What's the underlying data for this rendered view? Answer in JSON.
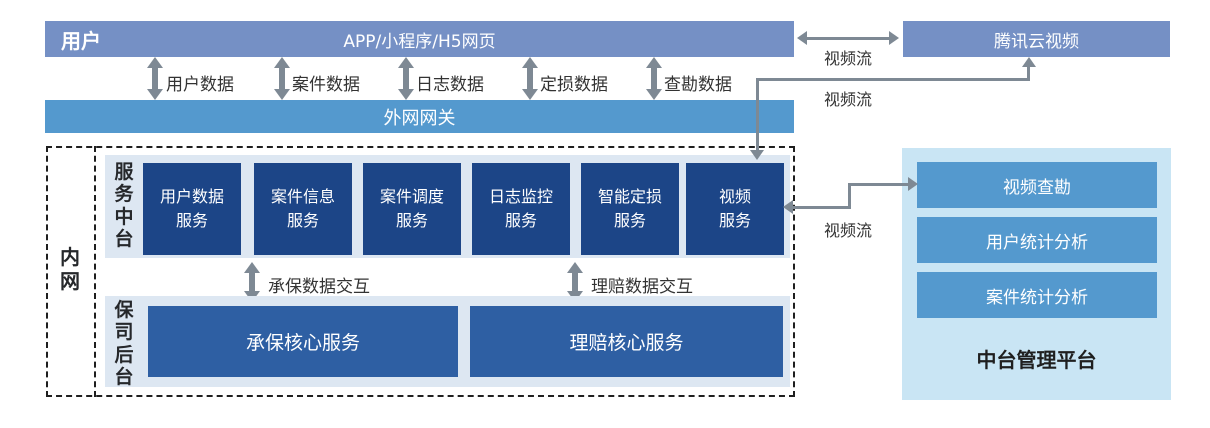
{
  "colors": {
    "periwinkle": "#7590C5",
    "bright_blue": "#5499CE",
    "navy": "#1C4587",
    "mid_blue": "#2E5FA3",
    "panel_light": "#DDE7F2",
    "panel_cyan": "#C9E5F4",
    "arrow_gray": "#7E8994",
    "text_dark": "#333333"
  },
  "top": {
    "user_label": "用户",
    "app_bar_label": "APP/小程序/H5网页",
    "tencent_box_label": "腾讯云视频"
  },
  "video_stream_labels": [
    "视频流",
    "视频流",
    "视频流"
  ],
  "flows": [
    "用户数据",
    "案件数据",
    "日志数据",
    "定损数据",
    "查勘数据"
  ],
  "gateway_label": "外网网关",
  "intranet": {
    "label": "内\n网",
    "service_platform": {
      "label": "服\n务\n中\n台",
      "services": [
        "用户数据\n服务",
        "案件信息\n服务",
        "案件调度\n服务",
        "日志监控\n服务",
        "智能定损\n服务",
        "视频\n服务"
      ]
    },
    "interactions": [
      "承保数据交互",
      "理赔数据交互"
    ],
    "backend": {
      "label": "保\n司\n后\n台",
      "services": [
        "承保核心服务",
        "理赔核心服务"
      ]
    }
  },
  "management_panel": {
    "items": [
      "视频查勘",
      "用户统计分析",
      "案件统计分析"
    ],
    "title": "中台管理平台"
  }
}
